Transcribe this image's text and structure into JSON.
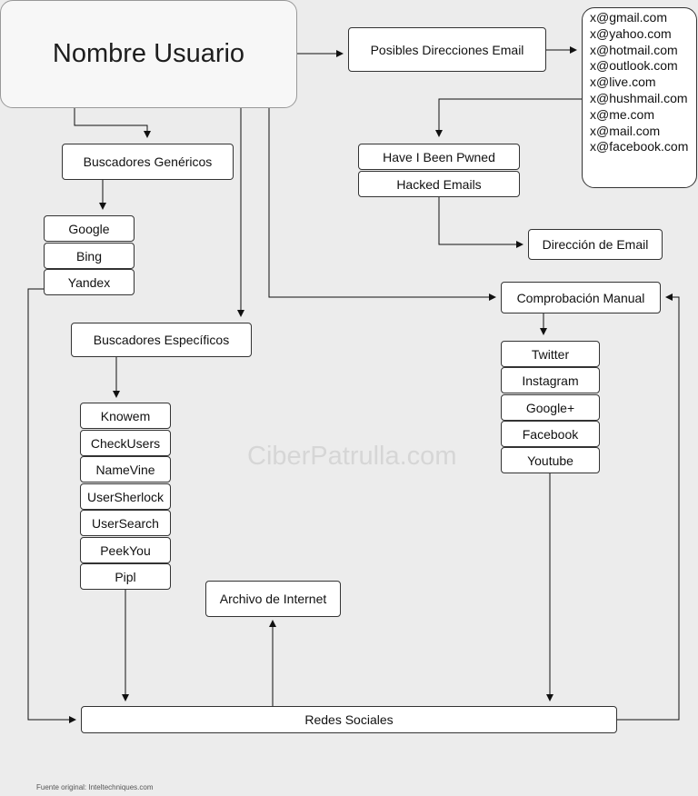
{
  "main_node": "Nombre Usuario",
  "generic": {
    "title": "Buscadores Genéricos",
    "items": [
      "Google",
      "Bing",
      "Yandex"
    ]
  },
  "specific": {
    "title": "Buscadores Específicos",
    "items": [
      "Knowem",
      "CheckUsers",
      "NameVine",
      "UserSherlock",
      "UserSearch",
      "PeekYou",
      "Pipl"
    ]
  },
  "emails_node": "Posibles Direcciones Email",
  "email_list": [
    "x@gmail.com",
    "x@yahoo.com",
    "x@hotmail.com",
    "x@outlook.com",
    "x@live.com",
    "x@hushmail.com",
    "x@me.com",
    "x@mail.com",
    "x@facebook.com"
  ],
  "breach": {
    "items": [
      "Have I Been Pwned",
      "Hacked Emails"
    ]
  },
  "email_result": "Dirección de Email",
  "manual": {
    "title": "Comprobación Manual",
    "items": [
      "Twitter",
      "Instagram",
      "Google+",
      "Facebook",
      "Youtube"
    ]
  },
  "archive": "Archivo de Internet",
  "social": "Redes Sociales",
  "watermark": "CiberPatrulla.com",
  "footer": "Fuente original: Inteltechniques.com"
}
